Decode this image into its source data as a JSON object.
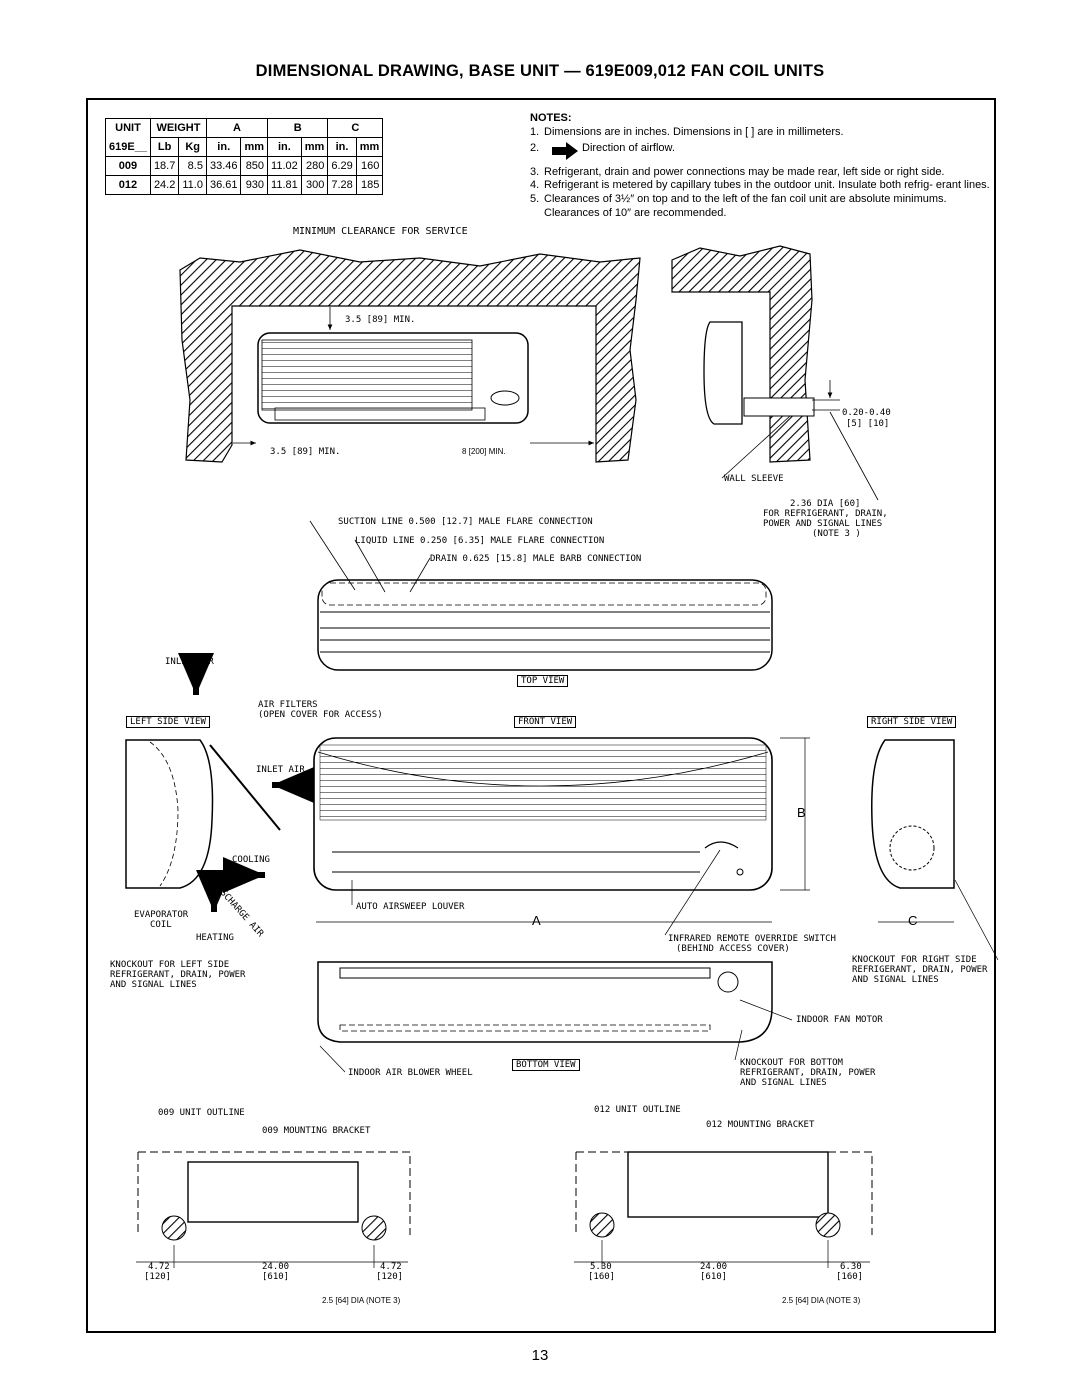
{
  "title": "DIMENSIONAL DRAWING, BASE UNIT — 619E009,012 FAN COIL UNITS",
  "table": {
    "h_unit": "UNIT",
    "h_weight": "WEIGHT",
    "h_a": "A",
    "h_b": "B",
    "h_c": "C",
    "h_model": "619E__",
    "h_lb": "Lb",
    "h_kg": "Kg",
    "h_in": "in.",
    "h_mm": "mm",
    "rows": [
      {
        "unit": "009",
        "lb": "18.7",
        "kg": "8.5",
        "a_in": "33.46",
        "a_mm": "850",
        "b_in": "11.02",
        "b_mm": "280",
        "c_in": "6.29",
        "c_mm": "160"
      },
      {
        "unit": "012",
        "lb": "24.2",
        "kg": "11.0",
        "a_in": "36.61",
        "a_mm": "930",
        "b_in": "11.81",
        "b_mm": "300",
        "c_in": "7.28",
        "c_mm": "185"
      }
    ]
  },
  "notes": {
    "heading": "NOTES:",
    "n1": "Dimensions are in inches. Dimensions in [   ] are in millimeters.",
    "n2": "Direction of airflow.",
    "n3": "Refrigerant, drain and power connections may be made rear, left side or right side.",
    "n4": "Refrigerant is metered by capillary tubes in the outdoor unit. Insulate both refrig- erant lines.",
    "n5": "Clearances of 3½″ on top and to the left of the fan coil unit are absolute minimums. Clearances of 10″ are recommended."
  },
  "labels": {
    "min_clearance": "MINIMUM CLEARANCE FOR SERVICE",
    "top_clear": "3.5 [89] MIN.",
    "left_clear": "3.5 [89] MIN.",
    "right_clear": "8 [200] MIN.",
    "wall_offset": "0.20-0.40",
    "wall_offset_mm": "[5]  [10]",
    "wall_sleeve": "WALL SLEEVE",
    "dia": "2.36 DIA [60]",
    "dia2": "FOR REFRIGERANT, DRAIN,",
    "dia3": "POWER AND SIGNAL LINES",
    "dia4": "(NOTE 3 )",
    "suction": "SUCTION LINE 0.500 [12.7] MALE FLARE CONNECTION",
    "liquid": "LIQUID LINE 0.250 [6.35] MALE FLARE CONNECTION",
    "drain": "DRAIN 0.625 [15.8] MALE BARB CONNECTION",
    "top_view": "TOP VIEW",
    "inlet_air": "INLET AIR",
    "air_filters": "AIR FILTERS",
    "open_cover": "(OPEN COVER FOR ACCESS)",
    "left_side_view": "LEFT SIDE VIEW",
    "front_view": "FRONT VIEW",
    "right_side_view": "RIGHT SIDE VIEW",
    "inlet_air2": "INLET AIR",
    "cooling": "COOLING",
    "discharge": "DISCHARGE AIR",
    "evaporator": "EVAPORATOR",
    "coil": "COIL",
    "heating": "HEATING",
    "louver": "AUTO AIRSWEEP LOUVER",
    "dim_a": "A",
    "dim_b": "B",
    "dim_c": "C",
    "infrared1": "INFRARED REMOTE OVERRIDE SWITCH",
    "infrared2": "(BEHIND ACCESS COVER)",
    "ko_left1": "KNOCKOUT FOR LEFT SIDE",
    "ko_left2": "REFRIGERANT, DRAIN, POWER",
    "ko_left3": "AND SIGNAL LINES",
    "ko_right1": "KNOCKOUT FOR RIGHT SIDE",
    "ko_right2": "REFRIGERANT, DRAIN, POWER",
    "ko_right3": "AND SIGNAL LINES",
    "fan_motor": "INDOOR FAN MOTOR",
    "bottom_view": "BOTTOM VIEW",
    "blower": "INDOOR AIR BLOWER WHEEL",
    "ko_bottom1": "KNOCKOUT FOR BOTTOM",
    "ko_bottom2": "REFRIGERANT, DRAIN, POWER",
    "ko_bottom3": "AND SIGNAL LINES",
    "outline009": "009 UNIT OUTLINE",
    "bracket009": "009 MOUNTING BRACKET",
    "outline012": "012 UNIT OUTLINE",
    "bracket012": "012 MOUNTING BRACKET",
    "d009_l": "4.72",
    "d009_lmm": "[120]",
    "d009_c": "24.00",
    "d009_cmm": "[610]",
    "d009_r": "4.72",
    "d009_rmm": "[120]",
    "d012_l": "5.30",
    "d012_lmm": "[160]",
    "d012_c": "24.00",
    "d012_cmm": "[610]",
    "d012_r": "6.30",
    "d012_rmm": "[160]",
    "hole009": "2.5 [64] DIA (NOTE 3)",
    "hole012": "2.5 [64] DIA (NOTE 3)"
  },
  "page_number": "13"
}
